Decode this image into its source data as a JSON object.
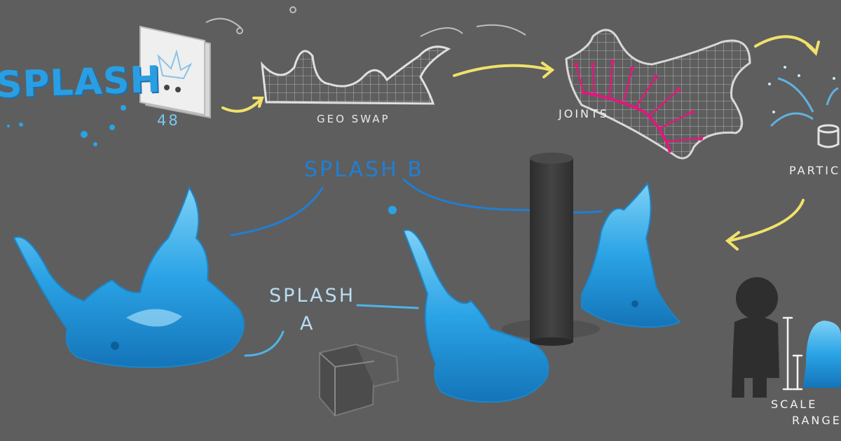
{
  "labels": {
    "logo": "SPLASH",
    "count": "48",
    "geo_swap": "GEO SWAP",
    "joints": "JOINTS",
    "particles": "PARTIC",
    "splash_b": "SPLASH B",
    "splash_a_line1": "SPLASH",
    "splash_a_line2": "A",
    "scale_line1": "SCALE",
    "scale_line2": "RANGE"
  },
  "colors": {
    "background": "#5e5e5e",
    "water_main": "#2aa3e6",
    "water_light": "#7dd1f5",
    "water_dark": "#1474b8",
    "arrow_yellow": "#f1e16a",
    "joint_magenta": "#e0197d",
    "label_blue": "#1f7fd4",
    "pillar": "#3a3a3a"
  }
}
